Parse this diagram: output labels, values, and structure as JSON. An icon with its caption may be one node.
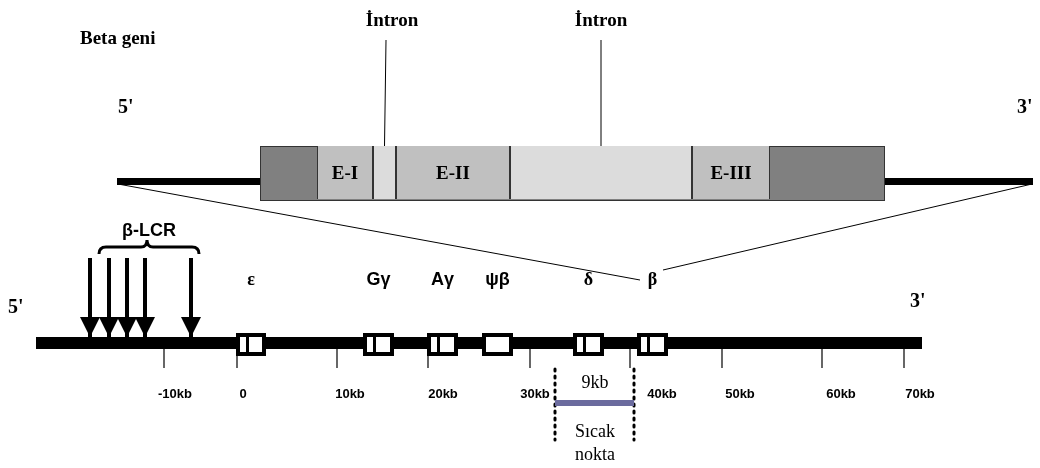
{
  "diagram": {
    "nodes": [
      {
        "text": [
          "İntron"
        ]
      },
      {
        "text": [
          "İntron"
        ]
      },
      {
        "text": [],
        "shape": "box"
      },
      {
        "text": [
          "E-I"
        ],
        "in": 2
      },
      {
        "text": [],
        "shape": "box",
        "in": 2
      },
      {
        "text": [
          "E-II"
        ],
        "in": 2
      },
      {
        "text": [],
        "shape": "box",
        "in": 2
      },
      {
        "text": [
          "E-III"
        ],
        "in": 2
      },
      {
        "text": [
          "β-LCR"
        ]
      },
      {
        "text": [],
        "shape": "bar"
      },
      {
        "text": [
          "ε"
        ]
      },
      {
        "text": [
          "Gγ"
        ]
      },
      {
        "text": [
          "Aγ"
        ]
      },
      {
        "text": [
          "ψβ"
        ]
      },
      {
        "text": [
          "δ"
        ]
      },
      {
        "text": [
          "β"
        ]
      }
    ],
    "edges": [
      {
        "from": 0,
        "to": 4,
        "arrow": "none"
      },
      {
        "from": 1,
        "to": 6,
        "arrow": "none"
      },
      {
        "from": 15,
        "to": 2,
        "arrow": "none"
      },
      {
        "from": 15,
        "to": 2,
        "arrow": "none"
      },
      {
        "from": 8,
        "to": 9,
        "arrow": "to"
      },
      {
        "from": 8,
        "to": 9,
        "arrow": "to"
      },
      {
        "from": 8,
        "to": 9,
        "arrow": "to"
      },
      {
        "from": 8,
        "to": 9,
        "arrow": "to"
      },
      {
        "from": 8,
        "to": 9,
        "arrow": "to"
      }
    ],
    "labels": [
      "Beta geni",
      "5'",
      "3'",
      "5'",
      "3'",
      "-10kb",
      "0",
      "10kb",
      "20kb",
      "30kb",
      "40kb",
      "50kb",
      "60kb",
      "70kb",
      "9kb",
      "Sıcak nokta"
    ]
  }
}
